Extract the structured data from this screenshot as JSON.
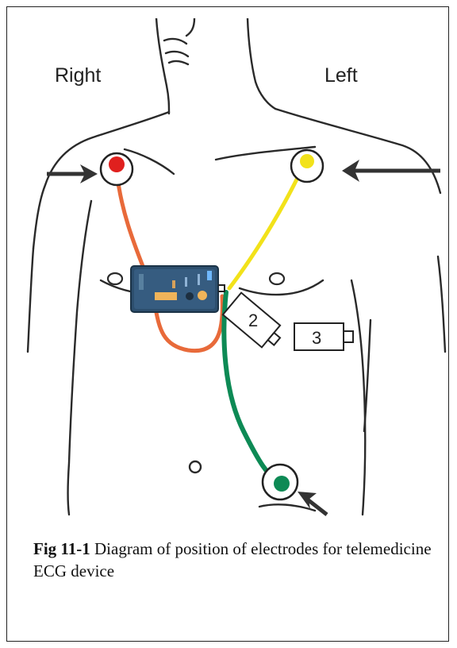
{
  "labels": {
    "right": "Right",
    "left": "Left"
  },
  "components": {
    "item_2": "2",
    "item_3": "3"
  },
  "electrodes": {
    "right_color": "#e0201e",
    "left_color": "#f2e21a",
    "bottom_color": "#0d8a55",
    "device_color": "#2d4f6e"
  },
  "caption": {
    "figure_id": "Fig 11-1",
    "text": "Diagram of position of electrodes  for telemedicine ECG device"
  }
}
